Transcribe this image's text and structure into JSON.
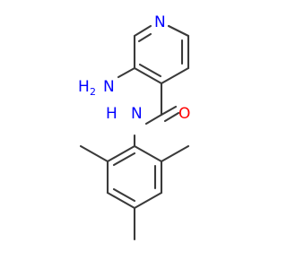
{
  "molecule": {
    "atoms": {
      "pyridine_n": "N",
      "amine_n": "N",
      "amine_h": "H",
      "amine_h_count": "2",
      "amide_nh_n": "N",
      "amide_nh_h": "H",
      "carbonyl_o": "O"
    },
    "colors": {
      "bond": "#3a3a3a",
      "nitrogen": "#0000ff",
      "oxygen": "#ff0000"
    }
  }
}
